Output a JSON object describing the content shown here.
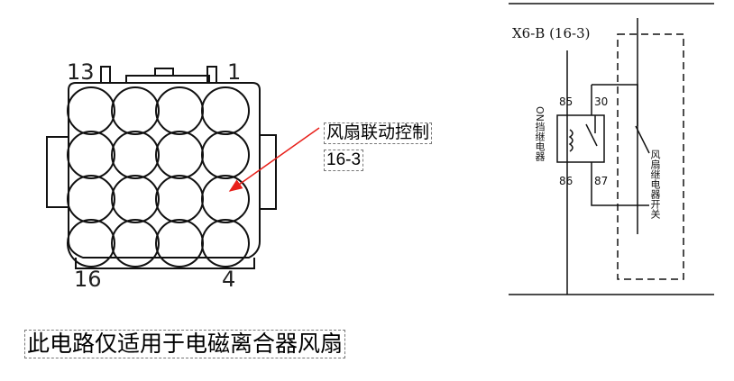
{
  "connector": {
    "pin_top_left": "13",
    "pin_top_right": "1",
    "pin_bottom_left": "16",
    "pin_bottom_right": "4"
  },
  "callout": {
    "title": "风扇联动控制",
    "code": "16-3"
  },
  "schematic": {
    "connector_ref": "X6-B (16-3)",
    "pin_85": "85",
    "pin_30": "30",
    "pin_86": "86",
    "pin_87": "87",
    "relay_label": "ON挡继电器",
    "switch_label": "风扇继电器开关"
  },
  "footer_note": "此电路仅适用于电磁离合器风扇",
  "colors": {
    "callout_arrow": "#e8201a",
    "line": "#111111"
  }
}
